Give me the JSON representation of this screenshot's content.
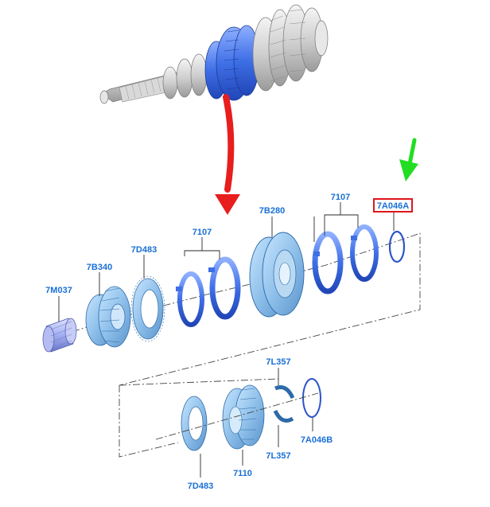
{
  "colors": {
    "label": "#1a6fd6",
    "highlight_box": "#e0161b",
    "red_arrow": "#e81e1e",
    "green_arrow": "#22dd22",
    "part_blue": "#4d7fe6",
    "part_light": "#8fc0ea",
    "shaft_grey": "#cfcfcf"
  },
  "labels": {
    "needle_bearing": "7M037",
    "gear_top": "7B340",
    "sync_ring_left": "7D483",
    "blocking_rings_left": "7107",
    "sync_hub": "7B280",
    "blocking_rings_right": "7107",
    "snap_ring_highlighted": "7A046A",
    "snap_ring_top": "7L357",
    "snap_ring_bottom": "7L357",
    "snap_ring_b": "7A046B",
    "gear_bottom": "7110",
    "sync_ring_bottom": "7D483"
  },
  "icons": {
    "red_arrow": "curved-arrow-down-icon",
    "green_arrow": "arrow-down-icon"
  }
}
